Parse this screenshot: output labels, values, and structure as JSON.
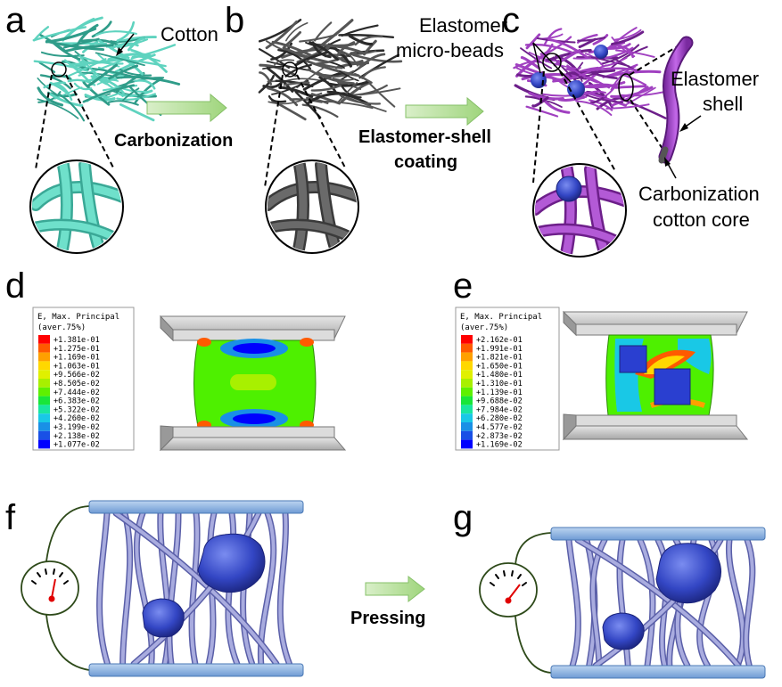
{
  "panels": {
    "a": "a",
    "b": "b",
    "c": "c",
    "d": "d",
    "e": "e",
    "f": "f",
    "g": "g"
  },
  "annotations": {
    "cotton": "Cotton",
    "elastomer_beads_line1": "Elastomer",
    "elastomer_beads_line2": "micro-beads",
    "elastomer_shell_line1": "Elastomer",
    "elastomer_shell_line2": "shell",
    "core_line1": "Carbonization",
    "core_line2": "cotton core"
  },
  "steps": {
    "carbonization": "Carbonization",
    "coating_line1": "Elastomer-shell",
    "coating_line2": "coating",
    "pressing": "Pressing"
  },
  "legend_d": {
    "title_line1": "E, Max. Principal",
    "title_line2": "(aver.75%)",
    "values": [
      "+1.381e-01",
      "+1.275e-01",
      "+1.169e-01",
      "+1.063e-01",
      "+9.566e-02",
      "+8.505e-02",
      "+7.444e-02",
      "+6.383e-02",
      "+5.322e-02",
      "+4.260e-02",
      "+3.199e-02",
      "+2.138e-02",
      "+1.077e-02"
    ]
  },
  "legend_e": {
    "title_line1": "E, Max. Principal",
    "title_line2": "(aver.75%)",
    "values": [
      "+2.162e-01",
      "+1.991e-01",
      "+1.821e-01",
      "+1.650e-01",
      "+1.480e-01",
      "+1.310e-01",
      "+1.139e-01",
      "+9.688e-02",
      "+7.984e-02",
      "+6.280e-02",
      "+4.577e-02",
      "+2.873e-02",
      "+1.169e-02"
    ]
  },
  "colors": {
    "raw_cotton": "#5fd3bf",
    "carbonized": "#555555",
    "coated": "#a040c0",
    "bead": "#2a3fb0",
    "arrow": "#a8d88a",
    "plate": "#8fb5e0",
    "fiber": "#8a8fd0",
    "scale": [
      "#ff0000",
      "#ff5a00",
      "#ffa000",
      "#ffd800",
      "#e0f000",
      "#a8f000",
      "#5ff000",
      "#19e639",
      "#19e6a0",
      "#19c8e6",
      "#1990e6",
      "#1950e6",
      "#0000ff"
    ]
  },
  "icons": [
    "gauge-icon",
    "right-arrow-icon",
    "elastomer-bead-icon"
  ]
}
